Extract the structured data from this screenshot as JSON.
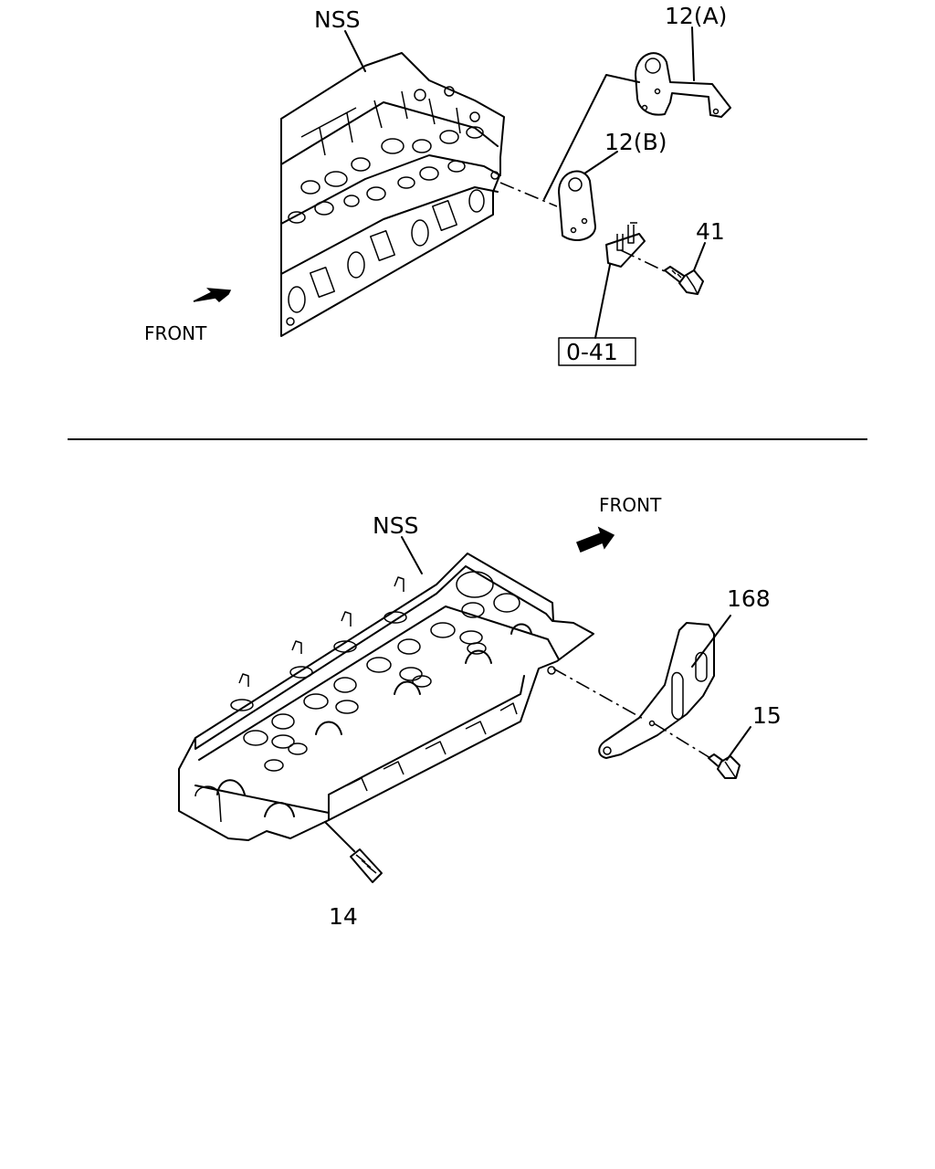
{
  "upper_view": {
    "callouts": {
      "nss": "NSS",
      "part_12a": "12(A)",
      "part_12b": "12(B)",
      "part_41": "41",
      "ref_box": "0-41"
    },
    "direction": "FRONT"
  },
  "lower_view": {
    "callouts": {
      "nss": "NSS",
      "part_168": "168",
      "part_15": "15",
      "part_14": "14"
    },
    "direction": "FRONT"
  },
  "icons": {
    "front_arrow": "arrow-icon",
    "bolt": "bolt-icon",
    "stud": "stud-icon"
  }
}
